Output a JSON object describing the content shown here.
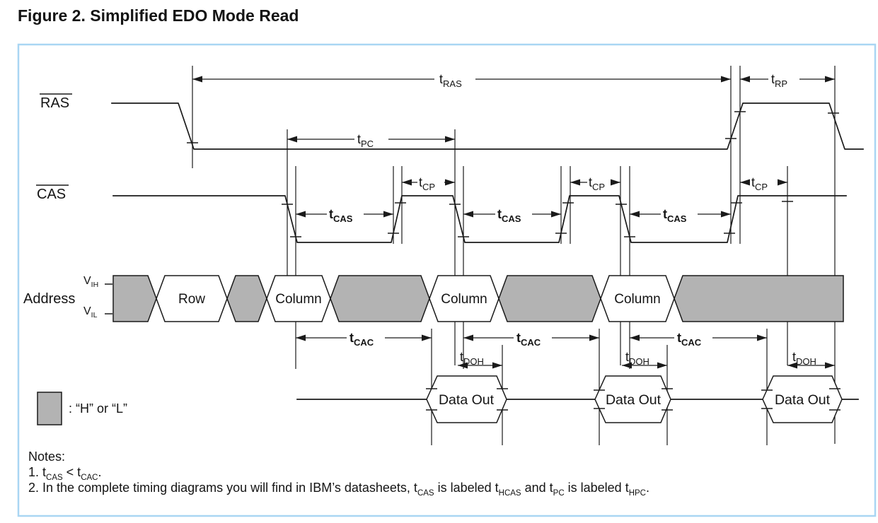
{
  "title": "Figure 2. Simplified EDO Mode Read",
  "colors": {
    "frame_border": "#a9d6f3",
    "bus_gray": "#b3b3b3",
    "ink": "#1a1a1a"
  },
  "signals": {
    "ras": "RAS",
    "cas": "CAS",
    "address": "Address",
    "vih": {
      "base": "V",
      "sub": "IH"
    },
    "vil": {
      "base": "V",
      "sub": "IL"
    }
  },
  "address_bus": {
    "row": "Row",
    "column": "Column"
  },
  "data_out_label": "Data Out",
  "timing_labels": {
    "t": "t",
    "ras": "RAS",
    "rp": "RP",
    "pc": "PC",
    "cas": "CAS",
    "cp": "CP",
    "cac": "CAC",
    "doh": "DOH"
  },
  "legend": {
    "swatch_meaning": ": “H” or “L”"
  },
  "notes": {
    "heading": "Notes:",
    "n1": {
      "a": "1. t",
      "b": "CAS",
      "c": " < t",
      "d": "CAC",
      "e": "."
    },
    "n2": {
      "a": "2. In the complete timing diagrams you will find in IBM’s datasheets, t",
      "b": "CAS",
      "c": " is labeled t",
      "d": "HCAS",
      "e": " and t",
      "f": "PC",
      "g": " is labeled t",
      "h": "HPC",
      "i": "."
    }
  }
}
